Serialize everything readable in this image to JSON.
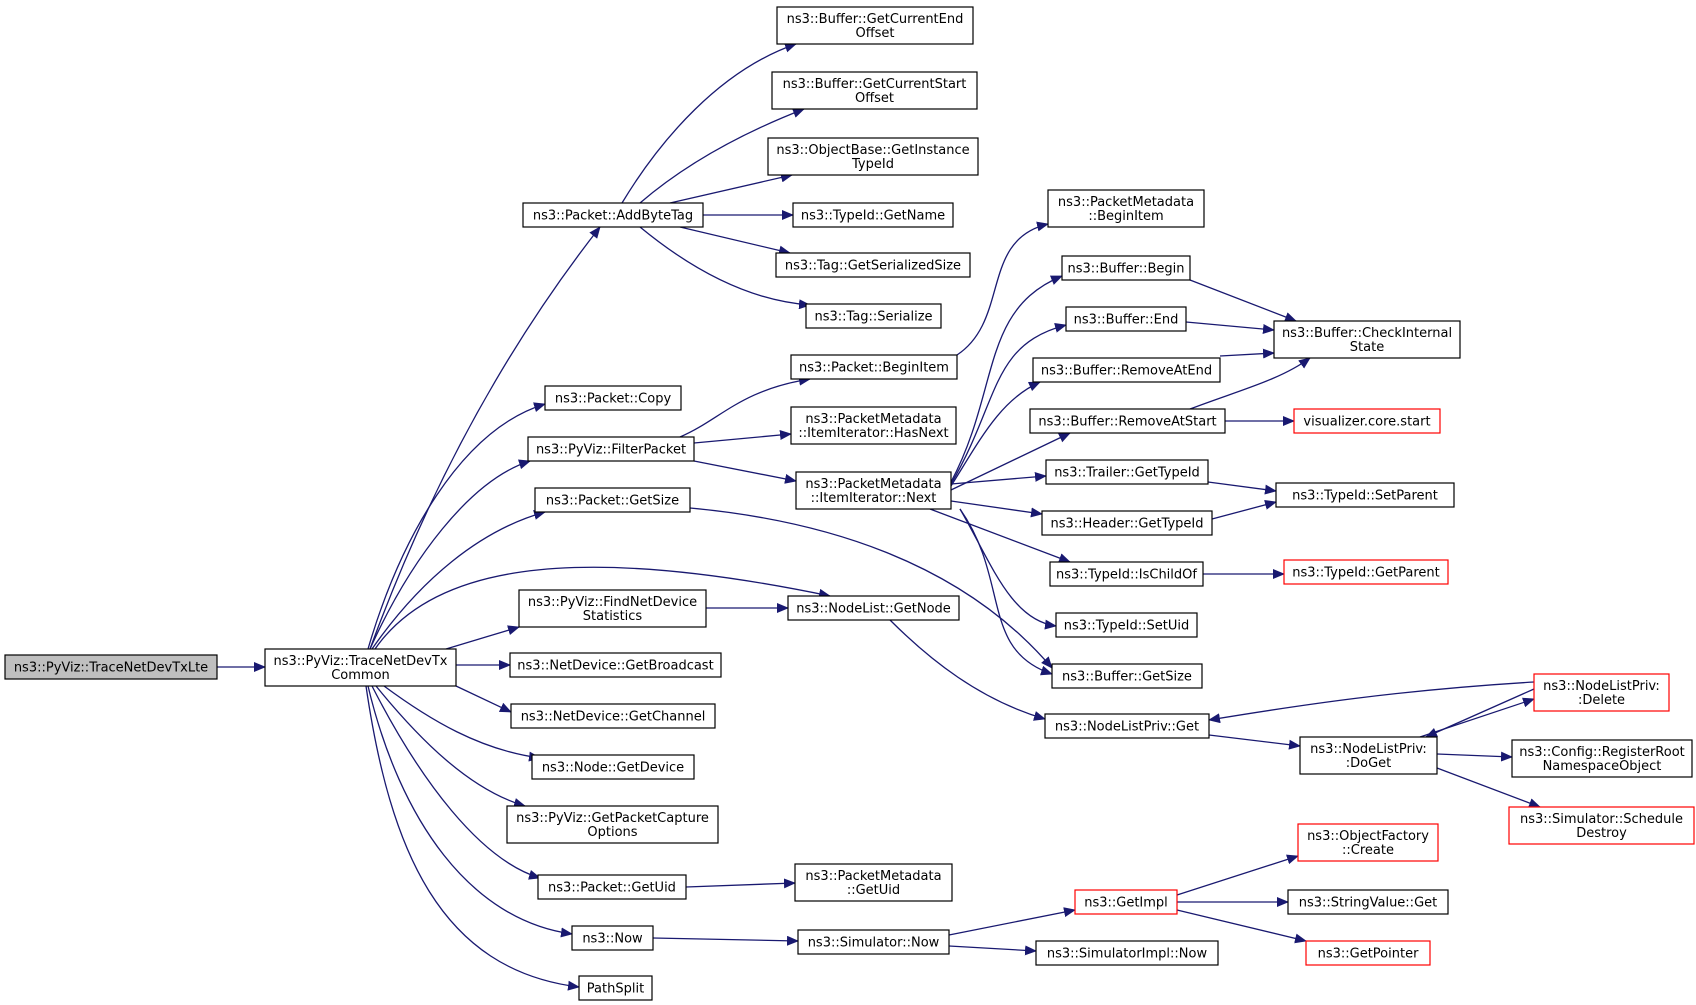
{
  "colors": {
    "edge": "#191970",
    "border_normal": "#000000",
    "border_truncated": "#ff0000",
    "fill_root": "#bfbfbf",
    "fill_normal": "#ffffff"
  },
  "nodes": [
    {
      "id": "root",
      "lines": [
        "ns3::PyViz::TraceNetDevTxLte"
      ],
      "style": "root"
    },
    {
      "id": "common",
      "lines": [
        "ns3::PyViz::TraceNetDevTx",
        "Common"
      ],
      "style": "normal"
    },
    {
      "id": "addbytetag",
      "lines": [
        "ns3::Packet::AddByteTag"
      ],
      "style": "normal"
    },
    {
      "id": "copy",
      "lines": [
        "ns3::Packet::Copy"
      ],
      "style": "normal"
    },
    {
      "id": "filterpacket",
      "lines": [
        "ns3::PyViz::FilterPacket"
      ],
      "style": "normal"
    },
    {
      "id": "getsize",
      "lines": [
        "ns3::Packet::GetSize"
      ],
      "style": "normal"
    },
    {
      "id": "findnetdev",
      "lines": [
        "ns3::PyViz::FindNetDevice",
        "Statistics"
      ],
      "style": "normal"
    },
    {
      "id": "getbroadcast",
      "lines": [
        "ns3::NetDevice::GetBroadcast"
      ],
      "style": "normal"
    },
    {
      "id": "getchannel",
      "lines": [
        "ns3::NetDevice::GetChannel"
      ],
      "style": "normal"
    },
    {
      "id": "getdevice",
      "lines": [
        "ns3::Node::GetDevice"
      ],
      "style": "normal"
    },
    {
      "id": "getpcapopts",
      "lines": [
        "ns3::PyViz::GetPacketCapture",
        "Options"
      ],
      "style": "normal"
    },
    {
      "id": "getuid",
      "lines": [
        "ns3::Packet::GetUid"
      ],
      "style": "normal"
    },
    {
      "id": "now",
      "lines": [
        "ns3::Now"
      ],
      "style": "normal"
    },
    {
      "id": "pathsplit",
      "lines": [
        "PathSplit"
      ],
      "style": "normal"
    },
    {
      "id": "bufcurend",
      "lines": [
        "ns3::Buffer::GetCurrentEnd",
        "Offset"
      ],
      "style": "normal"
    },
    {
      "id": "bufcurstart",
      "lines": [
        "ns3::Buffer::GetCurrentStart",
        "Offset"
      ],
      "style": "normal"
    },
    {
      "id": "objinst",
      "lines": [
        "ns3::ObjectBase::GetInstance",
        "TypeId"
      ],
      "style": "normal"
    },
    {
      "id": "typeidname",
      "lines": [
        "ns3::TypeId::GetName"
      ],
      "style": "normal"
    },
    {
      "id": "tagsersize",
      "lines": [
        "ns3::Tag::GetSerializedSize"
      ],
      "style": "normal"
    },
    {
      "id": "tagserialize",
      "lines": [
        "ns3::Tag::Serialize"
      ],
      "style": "normal"
    },
    {
      "id": "pktbeginitem",
      "lines": [
        "ns3::Packet::BeginItem"
      ],
      "style": "normal"
    },
    {
      "id": "pmhasnext",
      "lines": [
        "ns3::PacketMetadata",
        "::ItemIterator::HasNext"
      ],
      "style": "normal"
    },
    {
      "id": "pmnext",
      "lines": [
        "ns3::PacketMetadata",
        "::ItemIterator::Next"
      ],
      "style": "normal"
    },
    {
      "id": "nodelistget",
      "lines": [
        "ns3::NodeList::GetNode"
      ],
      "style": "normal"
    },
    {
      "id": "pmgetuid",
      "lines": [
        "ns3::PacketMetadata",
        "::GetUid"
      ],
      "style": "normal"
    },
    {
      "id": "simnow",
      "lines": [
        "ns3::Simulator::Now"
      ],
      "style": "normal"
    },
    {
      "id": "pmbeginitem",
      "lines": [
        "ns3::PacketMetadata",
        "::BeginItem"
      ],
      "style": "normal"
    },
    {
      "id": "bufbegin",
      "lines": [
        "ns3::Buffer::Begin"
      ],
      "style": "normal"
    },
    {
      "id": "bufend",
      "lines": [
        "ns3::Buffer::End"
      ],
      "style": "normal"
    },
    {
      "id": "bufremend",
      "lines": [
        "ns3::Buffer::RemoveAtEnd"
      ],
      "style": "normal"
    },
    {
      "id": "bufremstart",
      "lines": [
        "ns3::Buffer::RemoveAtStart"
      ],
      "style": "normal"
    },
    {
      "id": "trailertypeid",
      "lines": [
        "ns3::Trailer::GetTypeId"
      ],
      "style": "normal"
    },
    {
      "id": "headertypeid",
      "lines": [
        "ns3::Header::GetTypeId"
      ],
      "style": "normal"
    },
    {
      "id": "ischildof",
      "lines": [
        "ns3::TypeId::IsChildOf"
      ],
      "style": "normal"
    },
    {
      "id": "setuid",
      "lines": [
        "ns3::TypeId::SetUid"
      ],
      "style": "normal"
    },
    {
      "id": "bufgetsize",
      "lines": [
        "ns3::Buffer::GetSize"
      ],
      "style": "normal"
    },
    {
      "id": "nlprivget",
      "lines": [
        "ns3::NodeListPriv::Get"
      ],
      "style": "normal"
    },
    {
      "id": "getimpl",
      "lines": [
        "ns3::GetImpl"
      ],
      "style": "truncated"
    },
    {
      "id": "simimplnow",
      "lines": [
        "ns3::SimulatorImpl::Now"
      ],
      "style": "normal"
    },
    {
      "id": "checkinternal",
      "lines": [
        "ns3::Buffer::CheckInternal",
        "State"
      ],
      "style": "normal"
    },
    {
      "id": "vizstart",
      "lines": [
        "visualizer.core.start"
      ],
      "style": "truncated"
    },
    {
      "id": "setparent",
      "lines": [
        "ns3::TypeId::SetParent"
      ],
      "style": "normal"
    },
    {
      "id": "getparent",
      "lines": [
        "ns3::TypeId::GetParent"
      ],
      "style": "truncated"
    },
    {
      "id": "nlprivdoget",
      "lines": [
        "ns3::NodeListPriv:",
        ":DoGet"
      ],
      "style": "normal"
    },
    {
      "id": "objfactory",
      "lines": [
        "ns3::ObjectFactory",
        "::Create"
      ],
      "style": "truncated"
    },
    {
      "id": "stringvalget",
      "lines": [
        "ns3::StringValue::Get"
      ],
      "style": "normal"
    },
    {
      "id": "getpointer",
      "lines": [
        "ns3::GetPointer"
      ],
      "style": "truncated"
    },
    {
      "id": "nlprivdelete",
      "lines": [
        "ns3::NodeListPriv:",
        ":Delete"
      ],
      "style": "truncated"
    },
    {
      "id": "registerroot",
      "lines": [
        "ns3::Config::RegisterRoot",
        "NamespaceObject"
      ],
      "style": "normal"
    },
    {
      "id": "schedule",
      "lines": [
        "ns3::Simulator::Schedule",
        "Destroy"
      ],
      "style": "truncated"
    }
  ]
}
